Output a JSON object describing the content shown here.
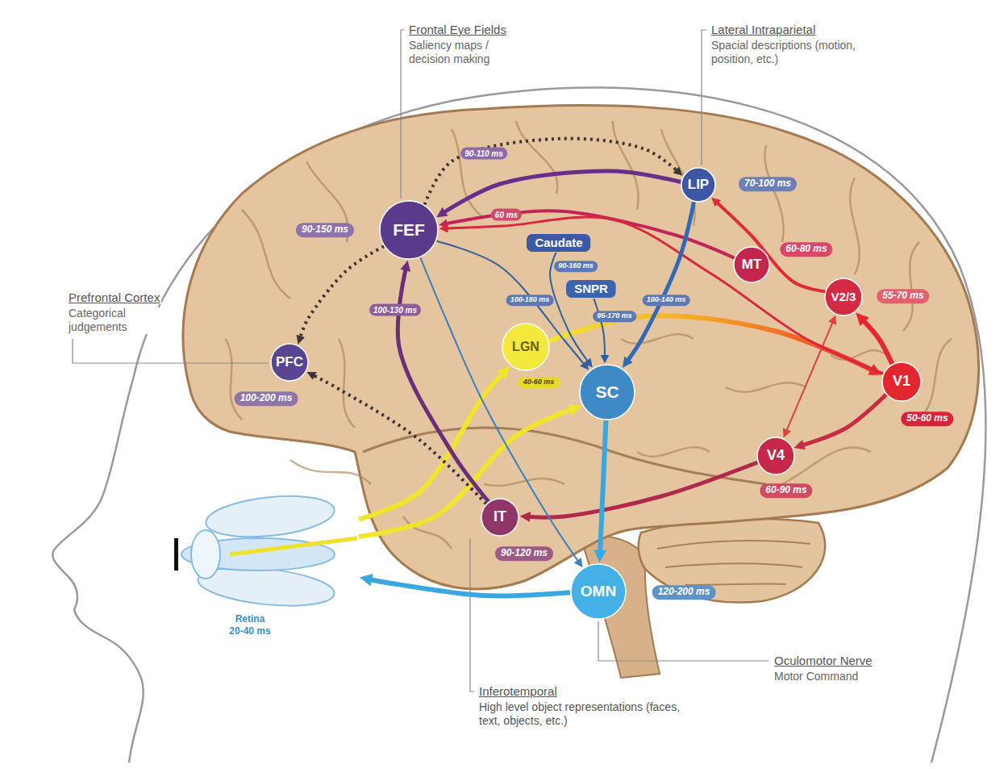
{
  "diagram": {
    "nodes": [
      {
        "text": [
          "FEF",
          "90-150 ms"
        ]
      },
      {
        "text": [
          "LIP",
          "70-100 ms"
        ]
      },
      {
        "text": [
          "Caudate"
        ]
      },
      {
        "text": [
          "MT",
          "60-80 ms"
        ]
      },
      {
        "text": [
          "SNPR"
        ]
      },
      {
        "text": [
          "V2/3",
          "55-70 ms"
        ]
      },
      {
        "text": [
          "PFC",
          "100-200 ms"
        ]
      },
      {
        "text": [
          "LGN",
          "40-60 ms"
        ]
      },
      {
        "text": [
          "SC"
        ]
      },
      {
        "text": [
          "V1",
          "50-60 ms"
        ]
      },
      {
        "text": [
          "V4",
          "60-90 ms"
        ]
      },
      {
        "text": [
          "IT",
          "90-120 ms"
        ]
      },
      {
        "text": [
          "Retina",
          "20-40 ms"
        ]
      },
      {
        "text": [
          "OMN",
          "120-200 ms"
        ]
      }
    ],
    "edges": [
      {
        "from": 12,
        "to": 7,
        "arrow": "to"
      },
      {
        "from": 12,
        "to": 8,
        "arrow": "to"
      },
      {
        "from": 7,
        "to": 9,
        "arrow": "to"
      },
      {
        "from": 9,
        "to": 5,
        "arrow": "to"
      },
      {
        "from": 9,
        "to": 10,
        "arrow": "to"
      },
      {
        "from": 5,
        "to": 10,
        "arrow": "both"
      },
      {
        "from": 5,
        "to": 1,
        "arrow": "to"
      },
      {
        "from": 3,
        "to": 0,
        "label": "60 ms",
        "arrow": "to"
      },
      {
        "from": 9,
        "to": 0,
        "arrow": "to"
      },
      {
        "from": 1,
        "to": 0,
        "arrow": "to"
      },
      {
        "from": 0,
        "to": 1,
        "label": "90-110 ms",
        "arrow": "to"
      },
      {
        "from": 0,
        "to": 6,
        "arrow": "to"
      },
      {
        "from": 11,
        "to": 6,
        "arrow": "to"
      },
      {
        "from": 11,
        "to": 0,
        "label": "100-130 ms",
        "arrow": "to"
      },
      {
        "from": 10,
        "to": 11,
        "arrow": "to"
      },
      {
        "from": 0,
        "to": 8,
        "label": "100-180 ms",
        "arrow": "to"
      },
      {
        "from": 2,
        "to": 8,
        "label": "90-160 ms",
        "arrow": "to"
      },
      {
        "from": 4,
        "to": 8,
        "label": "95-170 ms",
        "arrow": "to"
      },
      {
        "from": 1,
        "to": 8,
        "label": "100-140 ms",
        "arrow": "to"
      },
      {
        "from": 8,
        "to": 13,
        "arrow": "to"
      },
      {
        "from": 0,
        "to": 13,
        "arrow": "to"
      },
      {
        "from": 13,
        "to": 12,
        "arrow": "to"
      }
    ],
    "labels": [
      "Frontal Eye Fields",
      "Saliency maps / decision making",
      "Lateral Intraparietal",
      "Spacial descriptions (motion, position, etc.)",
      "Prefrontal Cortex",
      "Categorical judgements",
      "Inferotemporal",
      "High level object representations (faces, text, objects, etc.)",
      "Oculomotor Nerve",
      "Motor Command"
    ]
  }
}
